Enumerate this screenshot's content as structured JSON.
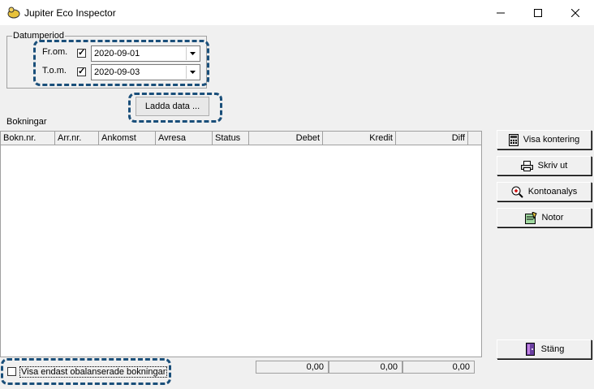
{
  "window": {
    "title": "Jupiter Eco Inspector"
  },
  "date_period": {
    "label": "Datumperiod",
    "from_label": "Fr.om.",
    "to_label": "T.o.m.",
    "from_date": "2020-09-01",
    "to_date": "2020-09-03",
    "from_checked": true,
    "to_checked": true
  },
  "load_button": "Ladda data ...",
  "bookings": {
    "label": "Bokningar",
    "columns": [
      "Bokn.nr.",
      "Arr.nr.",
      "Ankomst",
      "Avresa",
      "Status",
      "Debet",
      "Kredit",
      "Diff"
    ],
    "rows": [],
    "totals": {
      "debet": "0,00",
      "kredit": "0,00",
      "diff": "0,00"
    }
  },
  "side_buttons": {
    "visa_kontering": "Visa kontering",
    "skriv_ut": "Skriv ut",
    "kontoanalys": "Kontoanalys",
    "notor": "Notor",
    "stang": "Stäng"
  },
  "filter": {
    "label": "Visa endast obalanserade bokningar",
    "checked": false
  },
  "colors": {
    "highlight": "#1a4f7a"
  }
}
